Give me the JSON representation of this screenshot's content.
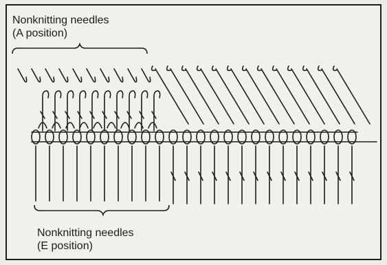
{
  "labels": {
    "top_line1": "Nonknitting needles",
    "top_line2": "(A position)",
    "bottom_line1": "Nonknitting needles",
    "bottom_line2": "(E position)"
  },
  "bleed_through": {
    "line1": "",
    "line2": "",
    "line3": ""
  },
  "colors": {
    "ink": "#1c1c1c",
    "paper": "#f1f0ec",
    "faded": "#b9b8b4"
  }
}
